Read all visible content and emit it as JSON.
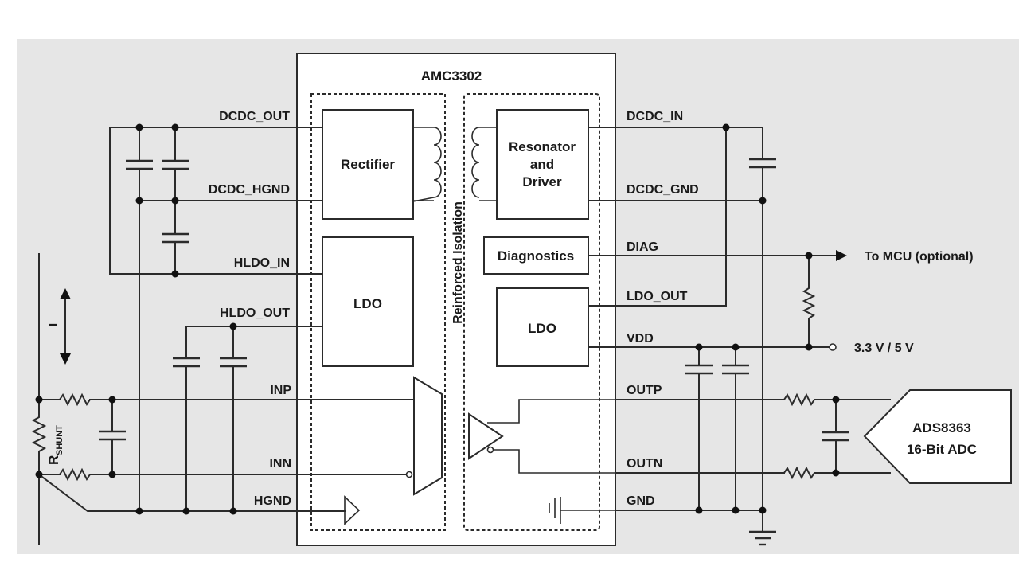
{
  "diagram": {
    "title": "AMC3302",
    "isolation_label": "Reinforced Isolation",
    "blocks": {
      "rectifier": "Rectifier",
      "resonator_line1": "Resonator",
      "resonator_line2": "and",
      "resonator_line3": "Driver",
      "ldo_left": "LDO",
      "ldo_right": "LDO",
      "diagnostics": "Diagnostics",
      "adc_line1": "ADS8363",
      "adc_line2": "16-Bit ADC"
    },
    "left_pins": {
      "dcdc_out": "DCDC_OUT",
      "dcdc_hgnd": "DCDC_HGND",
      "hldo_in": "HLDO_IN",
      "hldo_out": "HLDO_OUT",
      "inp": "INP",
      "inn": "INN",
      "hgnd": "HGND"
    },
    "right_pins": {
      "dcdc_in": "DCDC_IN",
      "dcdc_gnd": "DCDC_GND",
      "diag": "DIAG",
      "ldo_out": "LDO_OUT",
      "vdd": "VDD",
      "outp": "OUTP",
      "outn": "OUTN",
      "gnd": "GND"
    },
    "external": {
      "to_mcu": "To MCU (optional)",
      "supply": "3.3 V / 5 V",
      "current_label": "I",
      "rshunt_main": "R",
      "rshunt_sub": "SHUNT"
    },
    "colors": {
      "panel": "#e6e6e6",
      "wire": "#2b2b2b",
      "block_fill": "#ffffff"
    }
  }
}
